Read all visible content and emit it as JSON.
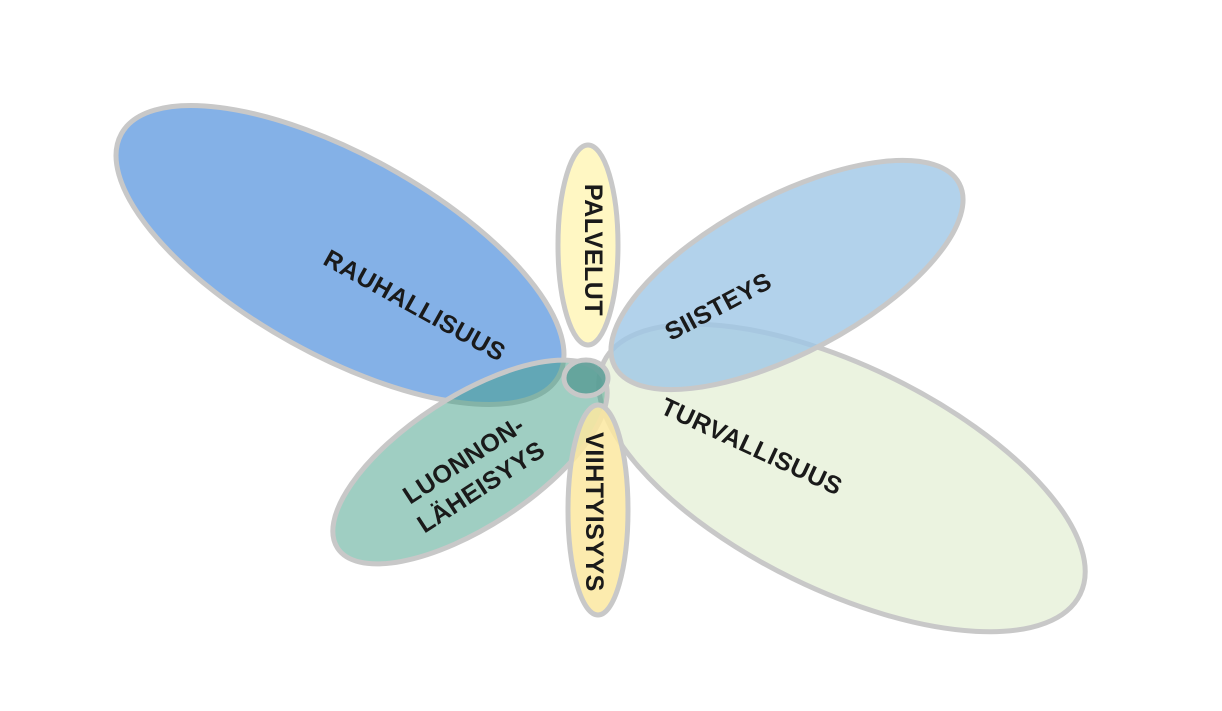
{
  "diagram": {
    "petals": [
      {
        "id": "rauhallisuus",
        "lines": [
          "RAUHALLISUUS"
        ],
        "fill": "#6fa3e3",
        "opacity": 0.85
      },
      {
        "id": "turvallisuus",
        "lines": [
          "TURVALLISUUS"
        ],
        "fill": "#e6f0d8",
        "opacity": 0.8
      },
      {
        "id": "siisteys",
        "lines": [
          "SIISTEYS"
        ],
        "fill": "#9fc7e6",
        "opacity": 0.8
      },
      {
        "id": "luonnonlaheisyys",
        "lines": [
          "LUONNON-",
          "LÄHEISYYS"
        ],
        "fill": "#3f9e86",
        "opacity": 0.5
      },
      {
        "id": "palvelut",
        "lines": [
          "PALVELUT"
        ],
        "fill": "#fff6b8",
        "opacity": 0.85
      },
      {
        "id": "viihtyisyys",
        "lines": [
          "VIIHTYISYYS"
        ],
        "fill": "#fbe7a0",
        "opacity": 0.85
      }
    ],
    "center": {
      "fill": "#5b9e96"
    }
  }
}
